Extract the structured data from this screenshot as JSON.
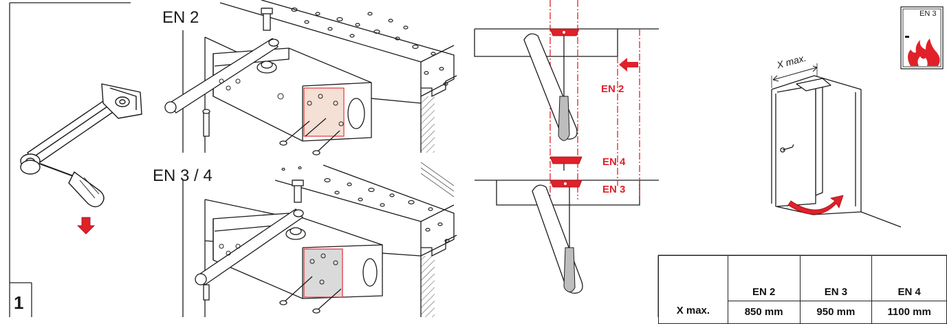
{
  "step_number": "1",
  "panels": {
    "top_title": "EN 2",
    "bottom_title": "EN 3 / 4"
  },
  "side_view": {
    "labels": [
      "EN 2",
      "EN 4",
      "EN 3"
    ]
  },
  "door": {
    "width_label": "X max."
  },
  "badge": {
    "text": "EN 3"
  },
  "spec_table": {
    "row_header": "X max.",
    "columns": [
      "EN 2",
      "EN 3",
      "EN 4"
    ],
    "values": [
      "850 mm",
      "950 mm",
      "1100 mm"
    ]
  },
  "colors": {
    "accent_red": "#e0212a",
    "highlight_fill": "#f3ddd0",
    "line": "#1a1a1a",
    "grey_fill": "#bdbdbd"
  }
}
